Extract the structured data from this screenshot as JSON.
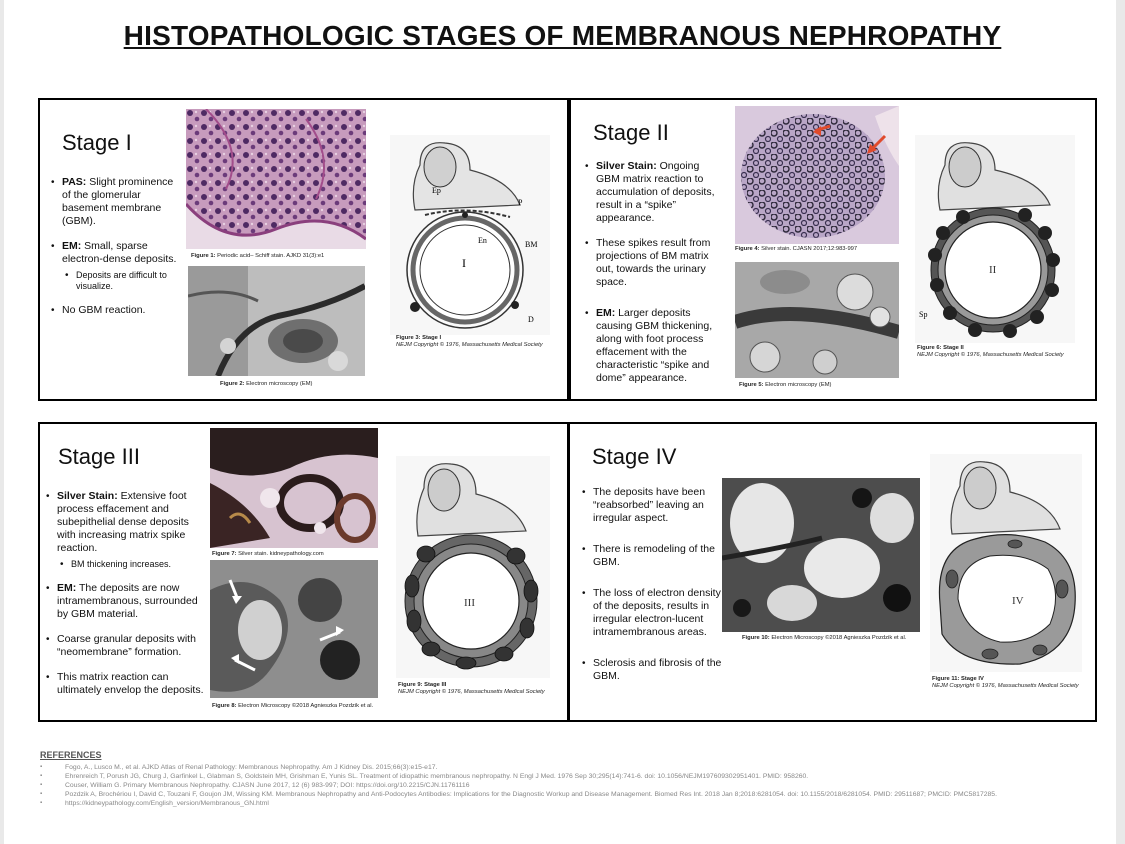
{
  "title": "HISTOPATHOLOGIC STAGES OF MEMBRANOUS NEPHROPATHY",
  "stage1": {
    "title": "Stage I",
    "b1_label": "PAS:",
    "b1_text": " Slight prominence of the glomerular basement membrane (GBM).",
    "b2_label": "EM:",
    "b2_text": " Small, sparse electron-dense deposits.",
    "b2_sub": "Deposits are difficult to visualize.",
    "b3_text": "No GBM reaction.",
    "fig1_label": "Figure 1:",
    "fig1_text": " Periodic acid– Schiff stain. AJKD 31(3):e1",
    "fig2_label": "Figure 2:",
    "fig2_text": " Electron microscopy (EM)",
    "fig3_label": "Figure 3: Stage I",
    "fig3_copy": "NEJM Copyright © 1976, Massachusetts Medical Society",
    "d_ep": "Ep",
    "d_p": "P",
    "d_en": "En",
    "d_bm": "BM",
    "d_numeral": "I",
    "d_d": "D"
  },
  "stage2": {
    "title": "Stage II",
    "b1_label": "Silver Stain:",
    "b1_text": " Ongoing GBM matrix reaction to accumulation of deposits, result in a “spike” appearance.",
    "b2_text": "These spikes result from projections of BM matrix out, towards the urinary space.",
    "b3_label": "EM:",
    "b3_text": " Larger deposits causing GBM thickening, along with foot process effacement with the characteristic “spike and dome” appearance.",
    "fig4_label": "Figure 4:",
    "fig4_text": " Silver stain. CJASN 2017;12:983-997",
    "fig5_label": "Figure 5:",
    "fig5_text": " Electron microscopy (EM)",
    "fig6_label": "Figure 6: Stage II",
    "fig6_copy": "NEJM Copyright © 1976, Massachusetts Medical Society",
    "d_numeral": "II",
    "d_sp": "Sp"
  },
  "stage3": {
    "title": "Stage III",
    "b1_label": "Silver Stain:",
    "b1_text": " Extensive foot process effacement and subepithelial dense deposits with increasing matrix spike reaction.",
    "b1_sub": "BM thickening increases.",
    "b2_label": "EM:",
    "b2_text": " The deposits are now intramembranous, surrounded by GBM material.",
    "b3_text": "Coarse granular deposits with “neomembrane” formation.",
    "b4_text": "This matrix reaction can ultimately envelop the deposits.",
    "fig7_label": "Figure 7:",
    "fig7_text": " Silver stain.  kidneypathology.com",
    "fig8_label": "Figure 8:",
    "fig8_text": " Electron Microscopy ©2018 Agnieszka Pozdzik et al.",
    "fig9_label": "Figure 9: Stage III",
    "fig9_copy": "NEJM Copyright © 1976, Massachusetts Medical Society",
    "d_numeral": "III"
  },
  "stage4": {
    "title": "Stage IV",
    "b1_text": "The deposits have been “reabsorbed” leaving an irregular aspect.",
    "b2_text": "There is remodeling of the GBM.",
    "b3_text": "The loss of electron density of the deposits, results in irregular electron-lucent intramembranous areas.",
    "b4_text": "Sclerosis and fibrosis of the GBM.",
    "fig10_label": "Figure 10:",
    "fig10_text": " Electron Microscopy ©2018 Agnieszka Pozdzik et al.",
    "fig11_label": "Figure 11: Stage IV",
    "fig11_copy": "NEJM Copyright © 1976, Massachusetts Medical Society",
    "d_numeral": "IV"
  },
  "references": {
    "heading": "REFERENCES",
    "items": [
      "Fogo, A., Lusco M., et al.  AJKD Atlas of Renal Pathology: Membranous Nephropathy. Am J Kidney Dis. 2015;66(3):e15-e17.",
      "Ehrenreich T, Porush JG, Churg J, Garfinkel L, Glabman S, Goldstein MH, Grishman E, Yunis SL. Treatment of idiopathic membranous nephropathy. N Engl J Med. 1976 Sep 30;295(14):741-6. doi: 10.1056/NEJM197609302951401. PMID: 958260.",
      "Couser, William G. Primary Membranous Nephropathy. CJASN June 2017, 12 (6) 983-997; DOI: https://doi.org/10.2215/CJN.11761116",
      "Pozdzik A, Brochériou I, David C, Touzani F, Goujon JM, Wissing KM. Membranous Nephropathy and Anti-Podocytes Antibodies: Implications for the Diagnostic Workup and Disease Management. Biomed Res Int. 2018 Jan 8;2018:6281054. doi: 10.1155/2018/6281054. PMID: 29511687; PMCID: PMC5817285.",
      "https://kidneypathology.com/English_version/Membranous_GN.html"
    ]
  }
}
